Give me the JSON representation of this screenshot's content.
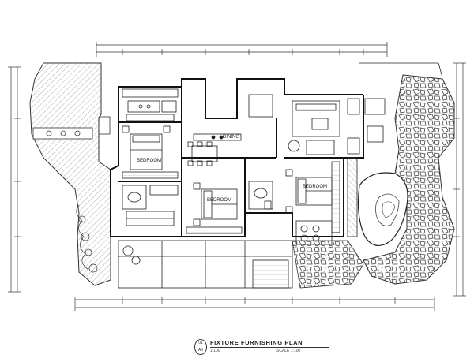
{
  "plan": {
    "title": "FIXTURE FURNISHING PLAN",
    "drawing_no_top": "01",
    "drawing_no_bottom": "A0",
    "subtitle_left": "1:100",
    "subtitle_right": "SCALE 1:100"
  },
  "room_labels": {
    "bedroom_left": "BEDROOM",
    "dining": "DINING",
    "bedroom_mid": "BEDROOM",
    "bedroom_right": "BEDROOM"
  },
  "colors": {
    "line": "#222222",
    "hatch": "#9a9a9a",
    "stone": "#555555",
    "background": "#ffffff"
  }
}
